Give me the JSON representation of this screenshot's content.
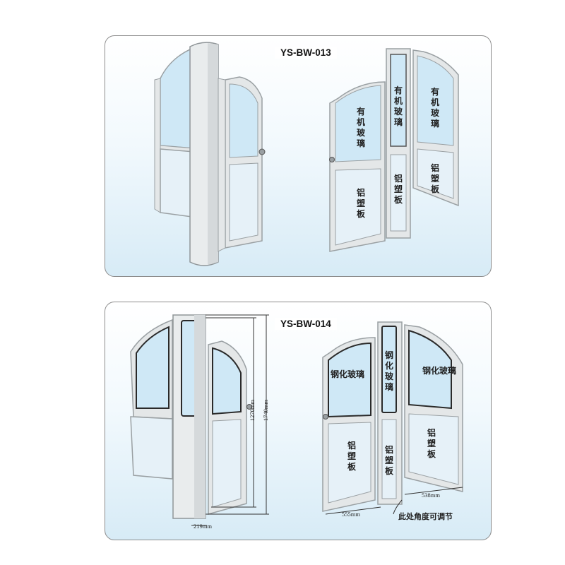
{
  "panel1": {
    "model": "YS-BW-013",
    "labels": {
      "left_glass": "有机玻璃",
      "middle_glass": "有机玻璃",
      "right_glass": "有机玻璃",
      "left_board": "铝塑板",
      "middle_board": "铝塑板",
      "right_board": "铝塑板"
    }
  },
  "panel2": {
    "model": "YS-BW-014",
    "labels": {
      "left_glass": "钢化玻璃",
      "middle_glass": "钢化玻璃",
      "right_glass": "钢化玻璃",
      "left_board": "铝塑板",
      "middle_board": "铝塑板",
      "right_board": "铝塑板"
    },
    "dims": {
      "h1": "1270mm",
      "h2": "1740mm",
      "w1": "219mm",
      "w2": "555mm",
      "w3": "538mm"
    },
    "note": "此处角度可调节"
  },
  "colors": {
    "frame": "#e4e7e8",
    "frame_edge": "#9aa0a3",
    "glass": "#cfe8f6",
    "board": "#e6f1f8",
    "seal": "#2a2a2a"
  }
}
